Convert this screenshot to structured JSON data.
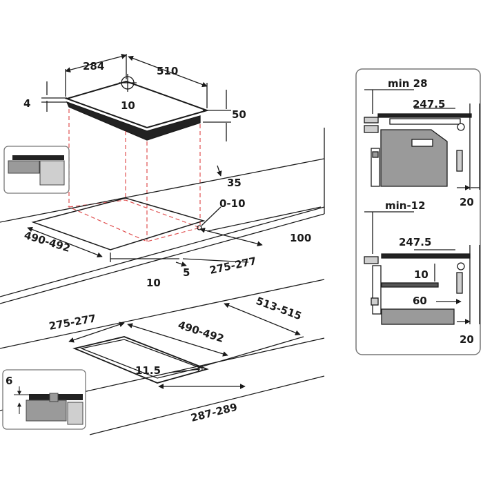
{
  "hob_top": {
    "depth": "284",
    "width": "510",
    "glass_thickness": "4",
    "center_value": "10",
    "height": "50"
  },
  "countertop": {
    "depth_clearance": "35",
    "tolerance": "0-10",
    "rear_clearance": "100",
    "cutout_depth": "490-492",
    "front_offset": "10",
    "side_offset": "5",
    "cutout_width": "275-277"
  },
  "flush_mount": {
    "outer_width": "513-515",
    "outer_depth": "275-277",
    "inner_depth": "490-492",
    "rebate": "11.5",
    "frame_width": "287-289",
    "rebate_depth": "6"
  },
  "oven_install": {
    "min_gap_label": "min 28",
    "hob_depth": "247.5",
    "wall_gap": "20"
  },
  "drawer_install": {
    "min_gap_label": "min-12",
    "hob_depth": "247.5",
    "panel_gap": "10",
    "drawer_gap": "60",
    "wall_gap": "20"
  },
  "colors": {
    "line": "#1a1a1a",
    "dashed_guides": "#e05050",
    "panel_gray": "#9a9a9a",
    "panel_light": "#cfcfcf",
    "border_gray": "#777777"
  },
  "icons": [
    "crosshair-icon",
    "inset-detail-icon",
    "flush-detail-icon"
  ]
}
